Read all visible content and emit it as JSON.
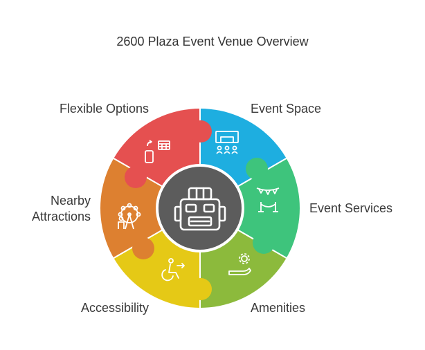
{
  "title": "2600 Plaza Event Venue Overview",
  "segments": [
    {
      "label": "Event Space",
      "color": "#1eaee0",
      "icon": "seating-layout-icon"
    },
    {
      "label": "Event Services",
      "color": "#3ec47c",
      "icon": "bunting-stanchion-icon"
    },
    {
      "label": "Amenities",
      "color": "#8cba3c",
      "icon": "gear-service-icon"
    },
    {
      "label": "Accessibility",
      "color": "#e5c916",
      "icon": "wheelchair-icon"
    },
    {
      "label": "Nearby Attractions",
      "label_lines": [
        "Nearby",
        "Attractions"
      ],
      "color": "#dd8030",
      "icon": "ferris-wheel-icon"
    },
    {
      "label": "Flexible Options",
      "color": "#e55050",
      "icon": "phone-calendar-icon"
    }
  ],
  "center": {
    "color": "#5c5c5c",
    "icon": "robot-icon"
  }
}
